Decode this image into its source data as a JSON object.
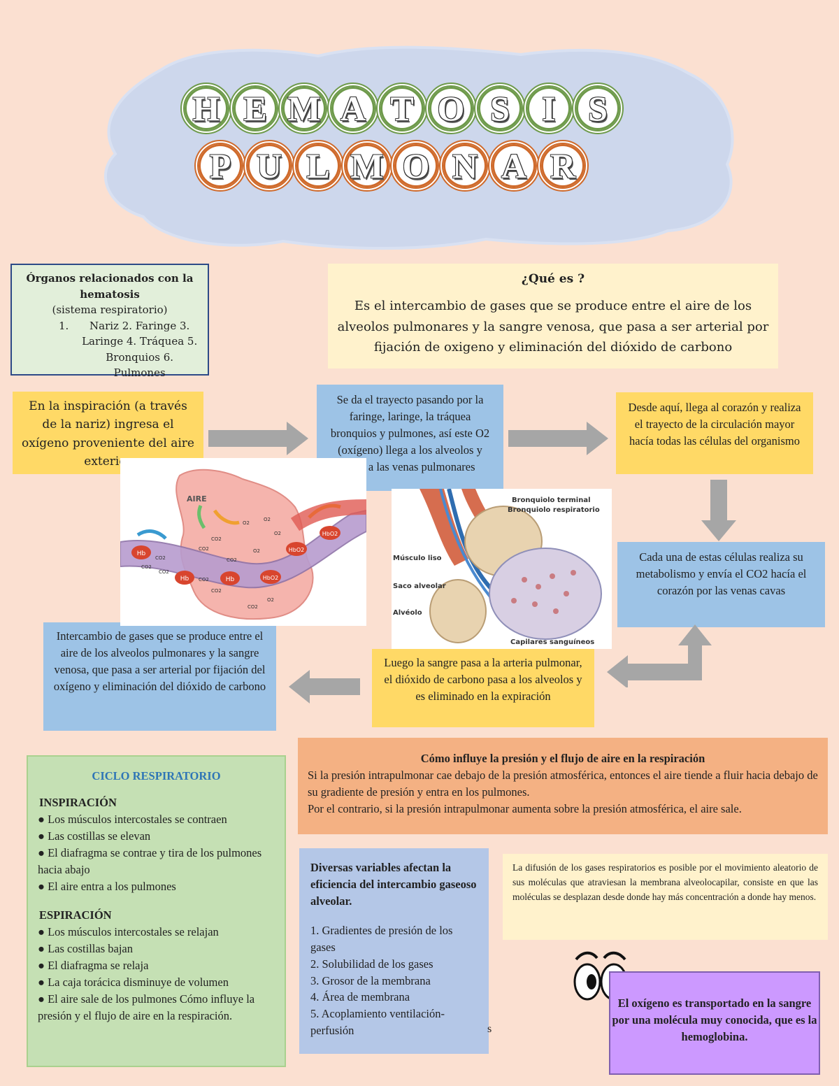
{
  "title": {
    "line1": [
      "H",
      "E",
      "M",
      "A",
      "T",
      "O",
      "S",
      "I",
      "S"
    ],
    "line2": [
      "P",
      "U",
      "L",
      "M",
      "O",
      "N",
      "A",
      "R"
    ]
  },
  "organos": {
    "heading": "Órganos relacionados con la hematosis",
    "subheading": "(sistema respiratorio)",
    "list_marker": "1.",
    "list_text": "Nariz 2. Faringe 3. Laringe 4. Tráquea 5. Bronquios 6. Pulmones"
  },
  "que_es": {
    "heading": "¿Qué es ?",
    "text": "Es el intercambio de gases que se produce entre el aire de los alveolos pulmonares y la sangre venosa, que pasa a ser arterial por fijación de oxigeno y eliminación del dióxido de carbono"
  },
  "flow": {
    "step1": "En la inspiración (a través de la nariz) ingresa el oxígeno proveniente del aire exterior",
    "step2": "Se da el trayecto pasando por la faringe, laringe, la tráquea bronquios y pulmones, así este O2 (oxígeno) llega a los alveolos y pasa a las venas pulmonares",
    "step3": "Desde aquí, llega al corazón y realiza el trayecto de la circulación mayor hacía todas las células del organismo",
    "step4": "Cada una de estas células realiza su metabolismo y envía el CO2 hacía el corazón por las venas cavas",
    "step5": "Luego la sangre pasa a la arteria pulmonar, el dióxido de carbono pasa a los alveolos y es eliminado en la expiración",
    "step6": "Intercambio de gases que se produce entre el aire de los alveolos pulmonares y la sangre venosa, que pasa a ser arterial por fijación del oxígeno y eliminación del dióxido de carbono"
  },
  "diagram1": {
    "air_label": "AIRE",
    "molecules": [
      "O2",
      "O2",
      "O2",
      "O2",
      "O2",
      "CO2",
      "CO2",
      "CO2",
      "CO2",
      "CO2",
      "CO2",
      "CO2",
      "CO2",
      "CO2"
    ],
    "blood_labels": [
      "Hb",
      "Hb",
      "Hb",
      "HbO2",
      "HbO2",
      "HbO2"
    ]
  },
  "diagram2": {
    "labels": {
      "terminal": "Bronquiolo terminal",
      "respiratorio": "Bronquiolo respiratorio",
      "musculo": "Músculo liso",
      "saco": "Saco alveolar",
      "alveolo": "Alvéolo",
      "capilares": "Capilares sanguíneos"
    }
  },
  "ciclo": {
    "title": "CICLO RESPIRATORIO",
    "inspiracion_title": "INSPIRACIÓN",
    "inspiracion": [
      "Los músculos intercostales se contraen",
      "Las costillas se elevan",
      "El diafragma se contrae y tira de los pulmones hacia abajo",
      "El aire entra a los pulmones"
    ],
    "espiracion_title": "ESPIRACIÓN",
    "espiracion": [
      "Los músculos intercostales se relajan",
      "Las costillas bajan",
      "El diafragma se relaja",
      "La caja torácica disminuye de volumen",
      "El aire sale de los pulmones Cómo influye la presión y el flujo de aire en la respiración."
    ]
  },
  "presion": {
    "heading": "Cómo influye la presión y el flujo de aire en la respiración",
    "p1": "Si la presión intrapulmonar cae debajo de la presión atmosférica, entonces el aire tiende a fluir hacia debajo de su gradiente de presión y entra en los pulmones.",
    "p2": " Por el contrario, si la presión intrapulmonar aumenta sobre la presión atmosférica, el aire sale."
  },
  "diversas": {
    "heading": "Diversas variables afectan la eficiencia del intercambio gaseoso alveolar.",
    "items": [
      " 1. Gradientes de presión de los gases",
      "2. Solubilidad de los gases",
      "3. Grosor de la membrana",
      "4. Área de membrana",
      " 5. Acoplamiento ventilación-perfusión"
    ],
    "stray": "s"
  },
  "difusion": {
    "text": "La difusión de los gases respiratorios es posible por el movimiento aleatorio de sus moléculas que atraviesan la membrana alveolocapilar, consiste en que las moléculas se desplazan desde donde hay más concentración a donde hay menos."
  },
  "hemoglobina": {
    "text": "El oxígeno es transportado en la sangre por una molécula muy conocida, que es la hemoglobina."
  },
  "colors": {
    "background": "#fbe0d1",
    "yellow": "#ffd966",
    "blue": "#9dc3e6",
    "green": "#c5e0b4",
    "orange": "#f4b183",
    "purple": "#cc99ff",
    "cream": "#fff2cc",
    "arrow": "#a6a6a6"
  },
  "icons": [
    "eyes-icon",
    "right-arrow-icon",
    "down-arrow-icon",
    "left-arrow-icon",
    "elbow-arrow-icon"
  ]
}
